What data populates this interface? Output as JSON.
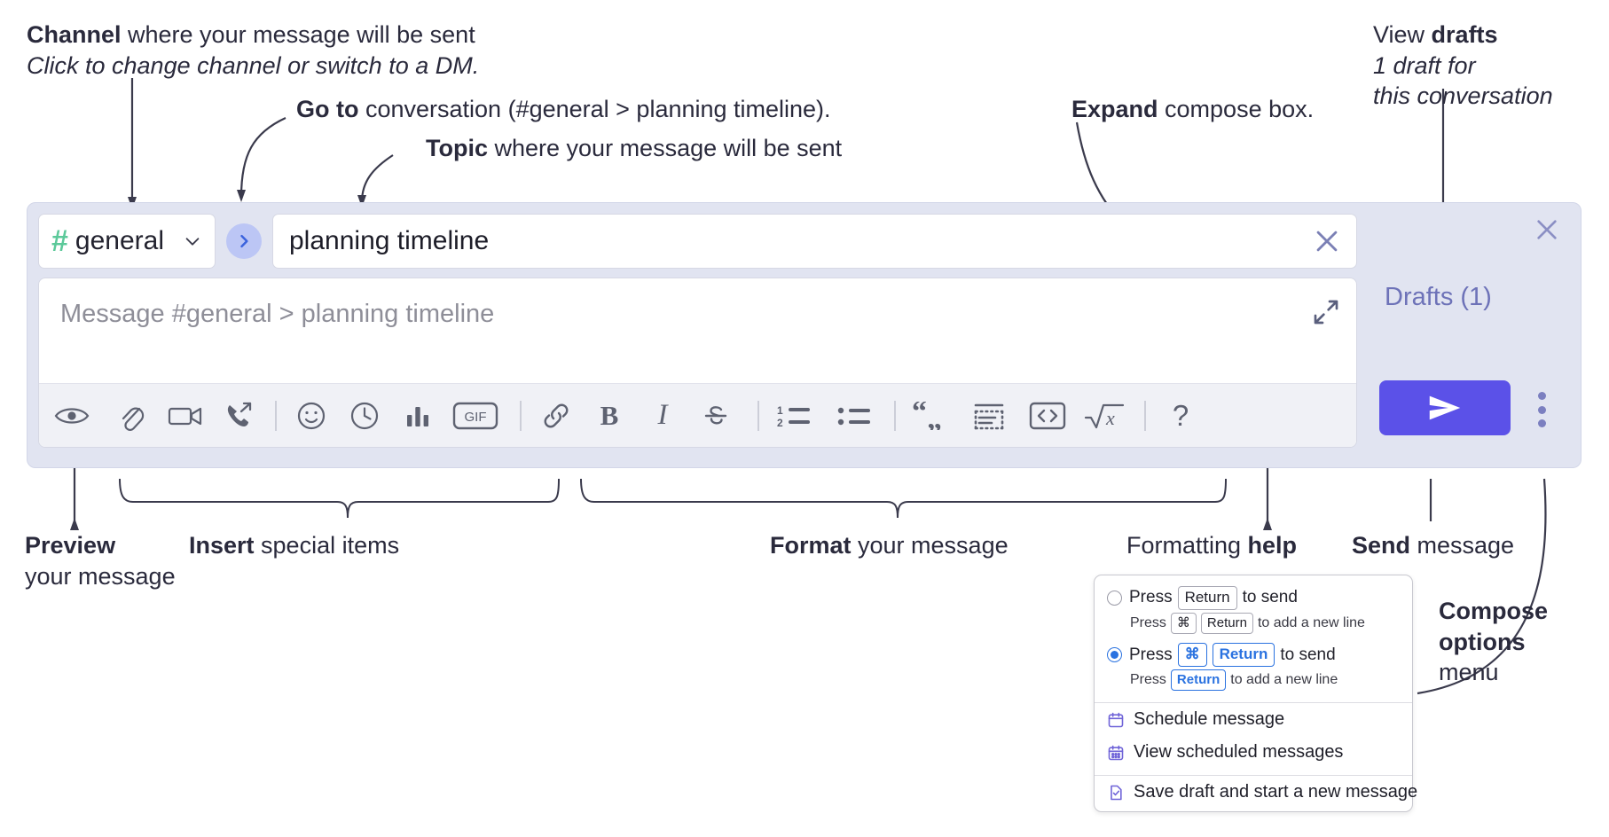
{
  "annotations": {
    "channel": {
      "bold": "Channel",
      "rest": " where your message will be sent",
      "italic": "Click to change channel or switch to a DM."
    },
    "goto": {
      "bold": "Go to",
      "rest": " conversation (#general > planning timeline)."
    },
    "topic": {
      "bold": "Topic",
      "rest": " where your message will be sent"
    },
    "expand": {
      "bold": "Expand",
      "rest": " compose box."
    },
    "drafts": {
      "pre": "View ",
      "bold": "drafts",
      "italic1": "1 draft for",
      "italic2": "this conversation"
    },
    "preview": {
      "bold": "Preview",
      "line2": "your message"
    },
    "insert": {
      "bold": "Insert",
      "rest": " special items"
    },
    "format": {
      "bold": "Format",
      "rest": " your message"
    },
    "help": {
      "pre": "Formatting ",
      "bold": "help"
    },
    "send": {
      "bold": "Send",
      "rest": " message"
    },
    "compose_options": {
      "bold1": "Compose",
      "bold2": "options",
      "rest": "menu"
    }
  },
  "compose": {
    "close_icon": "close-icon",
    "channel": {
      "hash": "#",
      "name": "general",
      "chevron_icon": "chevron-down-icon"
    },
    "goto_button": {
      "icon": "chevron-right-icon"
    },
    "topic": {
      "value": "planning timeline",
      "clear_icon": "close-icon"
    },
    "message": {
      "placeholder": "Message #general > planning timeline",
      "expand_icon": "expand-icon"
    },
    "toolbar": {
      "groups": [
        {
          "name": "preview-group",
          "items": [
            {
              "name": "preview-icon",
              "label": ""
            }
          ]
        },
        {
          "name": "insert-group",
          "items": [
            {
              "name": "attachment-icon",
              "label": ""
            },
            {
              "name": "video-icon",
              "label": ""
            },
            {
              "name": "phone-forward-icon",
              "label": ""
            }
          ]
        },
        {
          "name": "special-group",
          "items": [
            {
              "name": "emoji-icon",
              "label": ""
            },
            {
              "name": "clock-icon",
              "label": ""
            },
            {
              "name": "poll-icon",
              "label": ""
            },
            {
              "name": "gif-icon",
              "label": "GIF"
            }
          ]
        },
        {
          "name": "format-group",
          "items": [
            {
              "name": "link-icon",
              "label": ""
            },
            {
              "name": "bold-icon",
              "label": "B"
            },
            {
              "name": "italic-icon",
              "label": "I"
            },
            {
              "name": "strikethrough-icon",
              "label": "S"
            }
          ]
        },
        {
          "name": "list-group",
          "items": [
            {
              "name": "ordered-list-icon",
              "label": ""
            },
            {
              "name": "bullet-list-icon",
              "label": ""
            }
          ]
        },
        {
          "name": "block-group",
          "items": [
            {
              "name": "blockquote-icon",
              "label": ""
            },
            {
              "name": "code-block-icon",
              "label": ""
            },
            {
              "name": "inline-code-icon",
              "label": ""
            },
            {
              "name": "math-icon",
              "label": ""
            }
          ]
        },
        {
          "name": "help-group",
          "items": [
            {
              "name": "help-icon",
              "label": "?"
            }
          ]
        }
      ]
    },
    "drafts_label": "Drafts (1)",
    "send_button": {
      "icon": "send-icon"
    },
    "kebab": {
      "icon": "kebab-menu-icon"
    }
  },
  "menu": {
    "option1": {
      "main_pre": "Press",
      "main_key": "Return",
      "main_post": "to send",
      "sub_pre": "Press",
      "sub_key1": "⌘",
      "sub_key2": "Return",
      "sub_post": "to add a new line",
      "selected": false
    },
    "option2": {
      "main_pre": "Press",
      "main_key1": "⌘",
      "main_key2": "Return",
      "main_post": "to send",
      "sub_pre": "Press",
      "sub_key": "Return",
      "sub_post": "to add a new line",
      "selected": true
    },
    "items": [
      {
        "label": "Schedule message",
        "icon": "calendar-icon"
      },
      {
        "label": "View scheduled messages",
        "icon": "calendar-grid-icon"
      },
      {
        "label": "Save draft and start a new message",
        "icon": "document-check-icon"
      }
    ]
  },
  "colors": {
    "panel_bg": "#e1e4f1",
    "send_purple": "#5b51e8",
    "hash_green": "#5cc99a",
    "drafts_text": "#6d72b8",
    "accent_blue": "#2a72e0",
    "menu_icon_purple": "#6f63d8"
  }
}
